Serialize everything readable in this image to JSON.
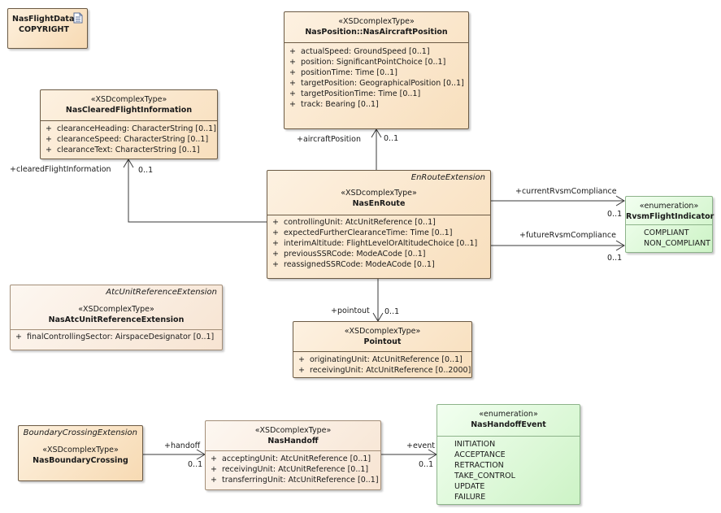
{
  "copyright": {
    "line1": "NasFlightData::",
    "line2": "COPYRIGHT"
  },
  "classes": {
    "position": {
      "stereotype": "«XSDcomplexType»",
      "name": "NasPosition::NasAircraftPosition",
      "attributes": [
        "actualSpeed: GroundSpeed [0..1]",
        "position: SignificantPointChoice [0..1]",
        "positionTime: Time [0..1]",
        "targetPosition: GeographicalPosition [0..1]",
        "targetPositionTime: Time [0..1]",
        "track: Bearing [0..1]"
      ]
    },
    "cleared": {
      "stereotype": "«XSDcomplexType»",
      "name": "NasClearedFlightInformation",
      "attributes": [
        "clearanceHeading: CharacterString [0..1]",
        "clearanceSpeed: CharacterString [0..1]",
        "clearanceText: CharacterString [0..1]"
      ]
    },
    "enroute": {
      "extension": "EnRouteExtension",
      "stereotype": "«XSDcomplexType»",
      "name": "NasEnRoute",
      "attributes": [
        "controllingUnit: AtcUnitReference [0..1]",
        "expectedFurtherClearanceTime: Time [0..1]",
        "interimAltitude: FlightLevelOrAltitudeChoice [0..1]",
        "previousSSRCode: ModeACode [0..1]",
        "reassignedSSRCode: ModeACode [0..1]"
      ]
    },
    "rvsm": {
      "stereotype": "«enumeration»",
      "name": "RvsmFlightIndicator",
      "literals": [
        "COMPLIANT",
        "NON_COMPLIANT"
      ]
    },
    "atcunit": {
      "extension": "AtcUnitReferenceExtension",
      "stereotype": "«XSDcomplexType»",
      "name": "NasAtcUnitReferenceExtension",
      "attributes": [
        "finalControllingSector: AirspaceDesignator [0..1]"
      ]
    },
    "pointout": {
      "stereotype": "«XSDcomplexType»",
      "name": "Pointout",
      "attributes": [
        "originatingUnit: AtcUnitReference [0..1]",
        "receivingUnit: AtcUnitReference [0..2000]"
      ]
    },
    "boundary": {
      "extension": "BoundaryCrossingExtension",
      "stereotype": "«XSDcomplexType»",
      "name": "NasBoundaryCrossing"
    },
    "handoff": {
      "stereotype": "«XSDcomplexType»",
      "name": "NasHandoff",
      "attributes": [
        "acceptingUnit: AtcUnitReference [0..1]",
        "receivingUnit: AtcUnitReference [0..1]",
        "transferringUnit: AtcUnitReference [0..1]"
      ]
    },
    "handoffEvent": {
      "stereotype": "«enumeration»",
      "name": "NasHandoffEvent",
      "literals": [
        "INITIATION",
        "ACCEPTANCE",
        "RETRACTION",
        "TAKE_CONTROL",
        "UPDATE",
        "FAILURE"
      ]
    }
  },
  "associations": {
    "aircraftPosition": {
      "role": "+aircraftPosition",
      "mult": "0..1"
    },
    "clearedFlightInformation": {
      "role": "+clearedFlightInformation",
      "mult": "0..1"
    },
    "currentRvsmCompliance": {
      "role": "+currentRvsmCompliance",
      "mult": "0..1"
    },
    "futureRvsmCompliance": {
      "role": "+futureRvsmCompliance",
      "mult": "0..1"
    },
    "pointout": {
      "role": "+pointout",
      "mult": "0..1"
    },
    "handoff": {
      "role": "+handoff",
      "mult": "0..1"
    },
    "event": {
      "role": "+event",
      "mult": "0..1"
    }
  },
  "plus_symbol": "+"
}
